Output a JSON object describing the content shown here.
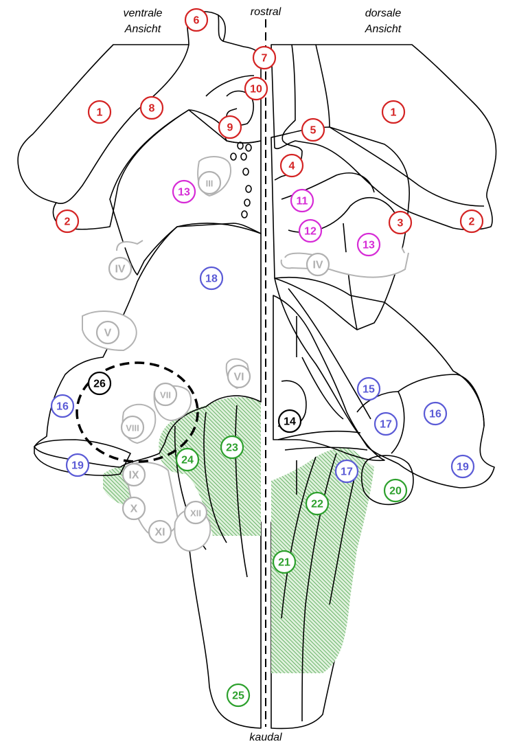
{
  "headers": {
    "left_line1": "ventrale",
    "left_line2": "Ansicht",
    "right_line1": "dorsale",
    "right_line2": "Ansicht",
    "top": "rostral",
    "bottom": "kaudal"
  },
  "colors": {
    "red": "#d42323",
    "magenta": "#d62bd6",
    "blue": "#5a5ad6",
    "green": "#2ca02c",
    "gray": "#b0b0b0",
    "black": "#000000"
  },
  "labels": [
    {
      "id": "l-1-left",
      "text": "1",
      "color": "red"
    },
    {
      "id": "l-2-left",
      "text": "2",
      "color": "red"
    },
    {
      "id": "l-6",
      "text": "6",
      "color": "red"
    },
    {
      "id": "l-7",
      "text": "7",
      "color": "red"
    },
    {
      "id": "l-8",
      "text": "8",
      "color": "red"
    },
    {
      "id": "l-9",
      "text": "9",
      "color": "red"
    },
    {
      "id": "l-10",
      "text": "10",
      "color": "red"
    },
    {
      "id": "l-1-right",
      "text": "1",
      "color": "red"
    },
    {
      "id": "l-2-right",
      "text": "2",
      "color": "red"
    },
    {
      "id": "l-3",
      "text": "3",
      "color": "red"
    },
    {
      "id": "l-4",
      "text": "4",
      "color": "red"
    },
    {
      "id": "l-5",
      "text": "5",
      "color": "red"
    },
    {
      "id": "l-11",
      "text": "11",
      "color": "magenta"
    },
    {
      "id": "l-12",
      "text": "12",
      "color": "magenta"
    },
    {
      "id": "l-13-left",
      "text": "13",
      "color": "magenta"
    },
    {
      "id": "l-13-right",
      "text": "13",
      "color": "magenta"
    },
    {
      "id": "l-18",
      "text": "18",
      "color": "blue"
    },
    {
      "id": "l-16-left",
      "text": "16",
      "color": "blue"
    },
    {
      "id": "l-19-left",
      "text": "19",
      "color": "blue"
    },
    {
      "id": "l-15",
      "text": "15",
      "color": "blue"
    },
    {
      "id": "l-16-right",
      "text": "16",
      "color": "blue"
    },
    {
      "id": "l-17-upper",
      "text": "17",
      "color": "blue"
    },
    {
      "id": "l-17-lower",
      "text": "17",
      "color": "blue"
    },
    {
      "id": "l-19-right",
      "text": "19",
      "color": "blue"
    },
    {
      "id": "l-14",
      "text": "14",
      "color": "black"
    },
    {
      "id": "l-26",
      "text": "26",
      "color": "black"
    },
    {
      "id": "l-20",
      "text": "20",
      "color": "green"
    },
    {
      "id": "l-21",
      "text": "21",
      "color": "green"
    },
    {
      "id": "l-22",
      "text": "22",
      "color": "green"
    },
    {
      "id": "l-23",
      "text": "23",
      "color": "green"
    },
    {
      "id": "l-24",
      "text": "24",
      "color": "green"
    },
    {
      "id": "l-25",
      "text": "25",
      "color": "green"
    },
    {
      "id": "l-III",
      "text": "III",
      "color": "gray"
    },
    {
      "id": "l-IV-left",
      "text": "IV",
      "color": "gray"
    },
    {
      "id": "l-IV-right",
      "text": "IV",
      "color": "gray"
    },
    {
      "id": "l-V",
      "text": "V",
      "color": "gray"
    },
    {
      "id": "l-VI",
      "text": "VI",
      "color": "gray"
    },
    {
      "id": "l-VII",
      "text": "VII",
      "color": "gray"
    },
    {
      "id": "l-VIII",
      "text": "VIII",
      "color": "gray"
    },
    {
      "id": "l-IX",
      "text": "IX",
      "color": "gray"
    },
    {
      "id": "l-X",
      "text": "X",
      "color": "gray"
    },
    {
      "id": "l-XI",
      "text": "XI",
      "color": "gray"
    },
    {
      "id": "l-XII",
      "text": "XII",
      "color": "gray"
    }
  ]
}
